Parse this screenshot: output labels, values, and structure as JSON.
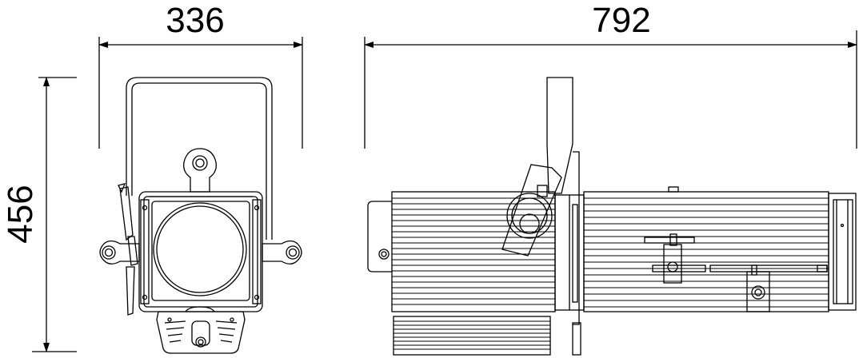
{
  "dimensions": {
    "front_width": "336",
    "side_length": "792",
    "height": "456"
  },
  "colors": {
    "line": "#000000",
    "background": "#ffffff"
  }
}
